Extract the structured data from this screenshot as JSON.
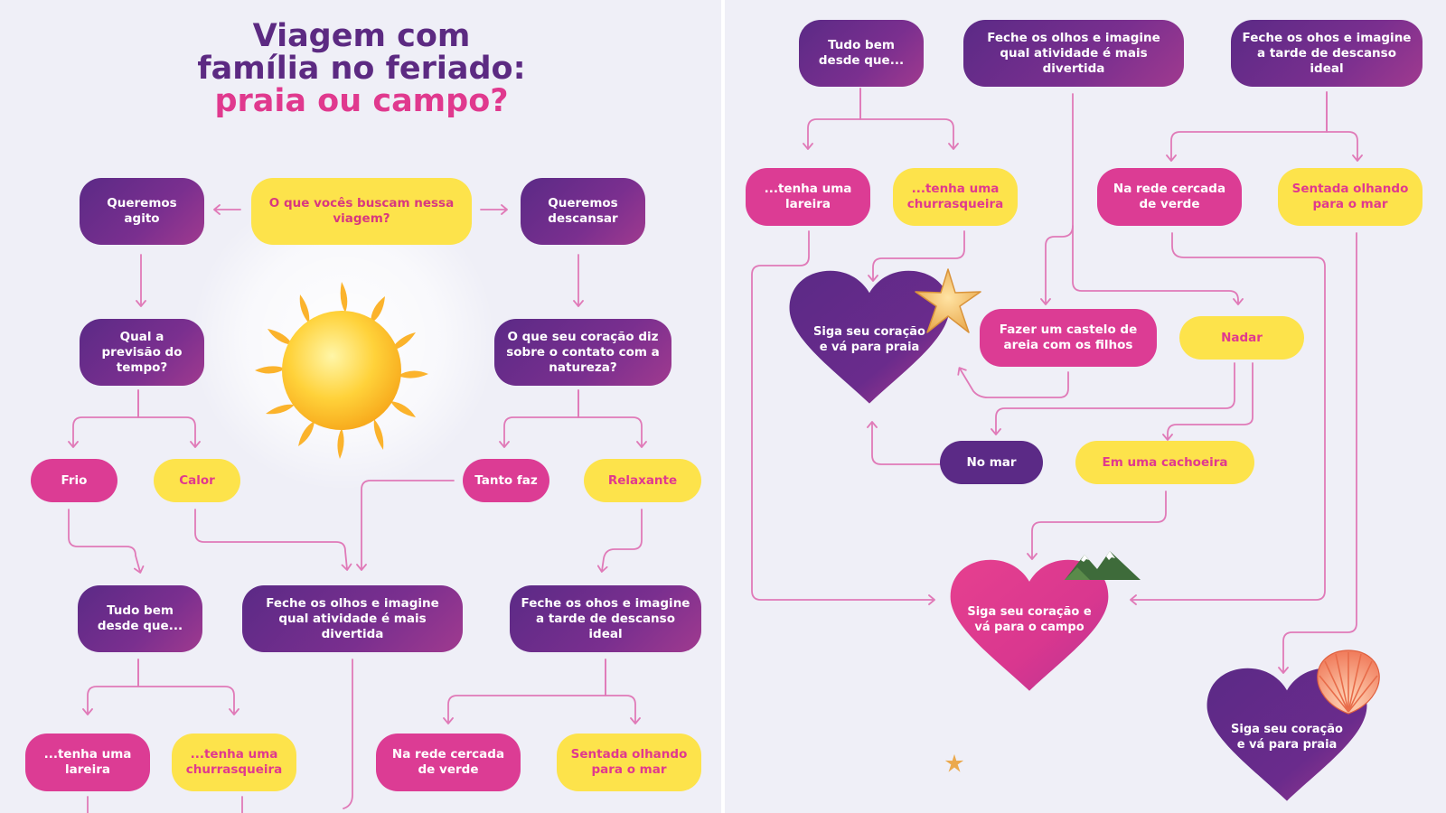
{
  "title": {
    "line1": "Viagem com",
    "line2": "família no feriado:",
    "line3": "praia ou campo?"
  },
  "left": {
    "agito": "Queremos agito",
    "question": "O que vocês buscam nessa viagem?",
    "descansar": "Queremos descansar",
    "previsao": "Qual a previsão do tempo?",
    "coracao": "O que seu coração diz sobre o contato com a natureza?",
    "frio": "Frio",
    "calor": "Calor",
    "tanto_faz": "Tanto faz",
    "relaxante": "Relaxante",
    "tudo_bem": "Tudo bem desde que...",
    "feche_atividade": "Feche os olhos e imagine qual atividade é mais divertida",
    "feche_tarde": "Feche os ohos e imagine a tarde de descanso ideal",
    "lareira": "...tenha uma lareira",
    "churrasqueira": "...tenha uma churrasqueira",
    "rede": "Na rede cercada de verde",
    "sentada": "Sentada olhando para o mar"
  },
  "right": {
    "tudo_bem": "Tudo bem desde que...",
    "feche_atividade": "Feche os olhos e imagine qual atividade é mais divertida",
    "feche_tarde": "Feche os ohos e imagine a tarde de descanso ideal",
    "lareira": "...tenha uma lareira",
    "churrasqueira": "...tenha uma churrasqueira",
    "rede": "Na rede cercada de verde",
    "sentada": "Sentada olhando para o mar",
    "praia1": "Siga seu coração e vá para praia",
    "castelo": "Fazer um castelo de areia com os filhos",
    "nadar": "Nadar",
    "no_mar": "No mar",
    "cachoeira": "Em uma cachoeira",
    "campo": "Siga seu coração e vá para o campo",
    "praia2": "Siga seu coração e vá para praia"
  },
  "colors": {
    "purple": "#5b2a86",
    "pink": "#dc3c94",
    "yellow": "#fde34b",
    "line": "#e07ab8",
    "background": "#efeff7"
  },
  "icons": [
    "sun-icon",
    "starfish-icon",
    "mountains-icon",
    "seashell-icon",
    "small-starfish-icon"
  ]
}
